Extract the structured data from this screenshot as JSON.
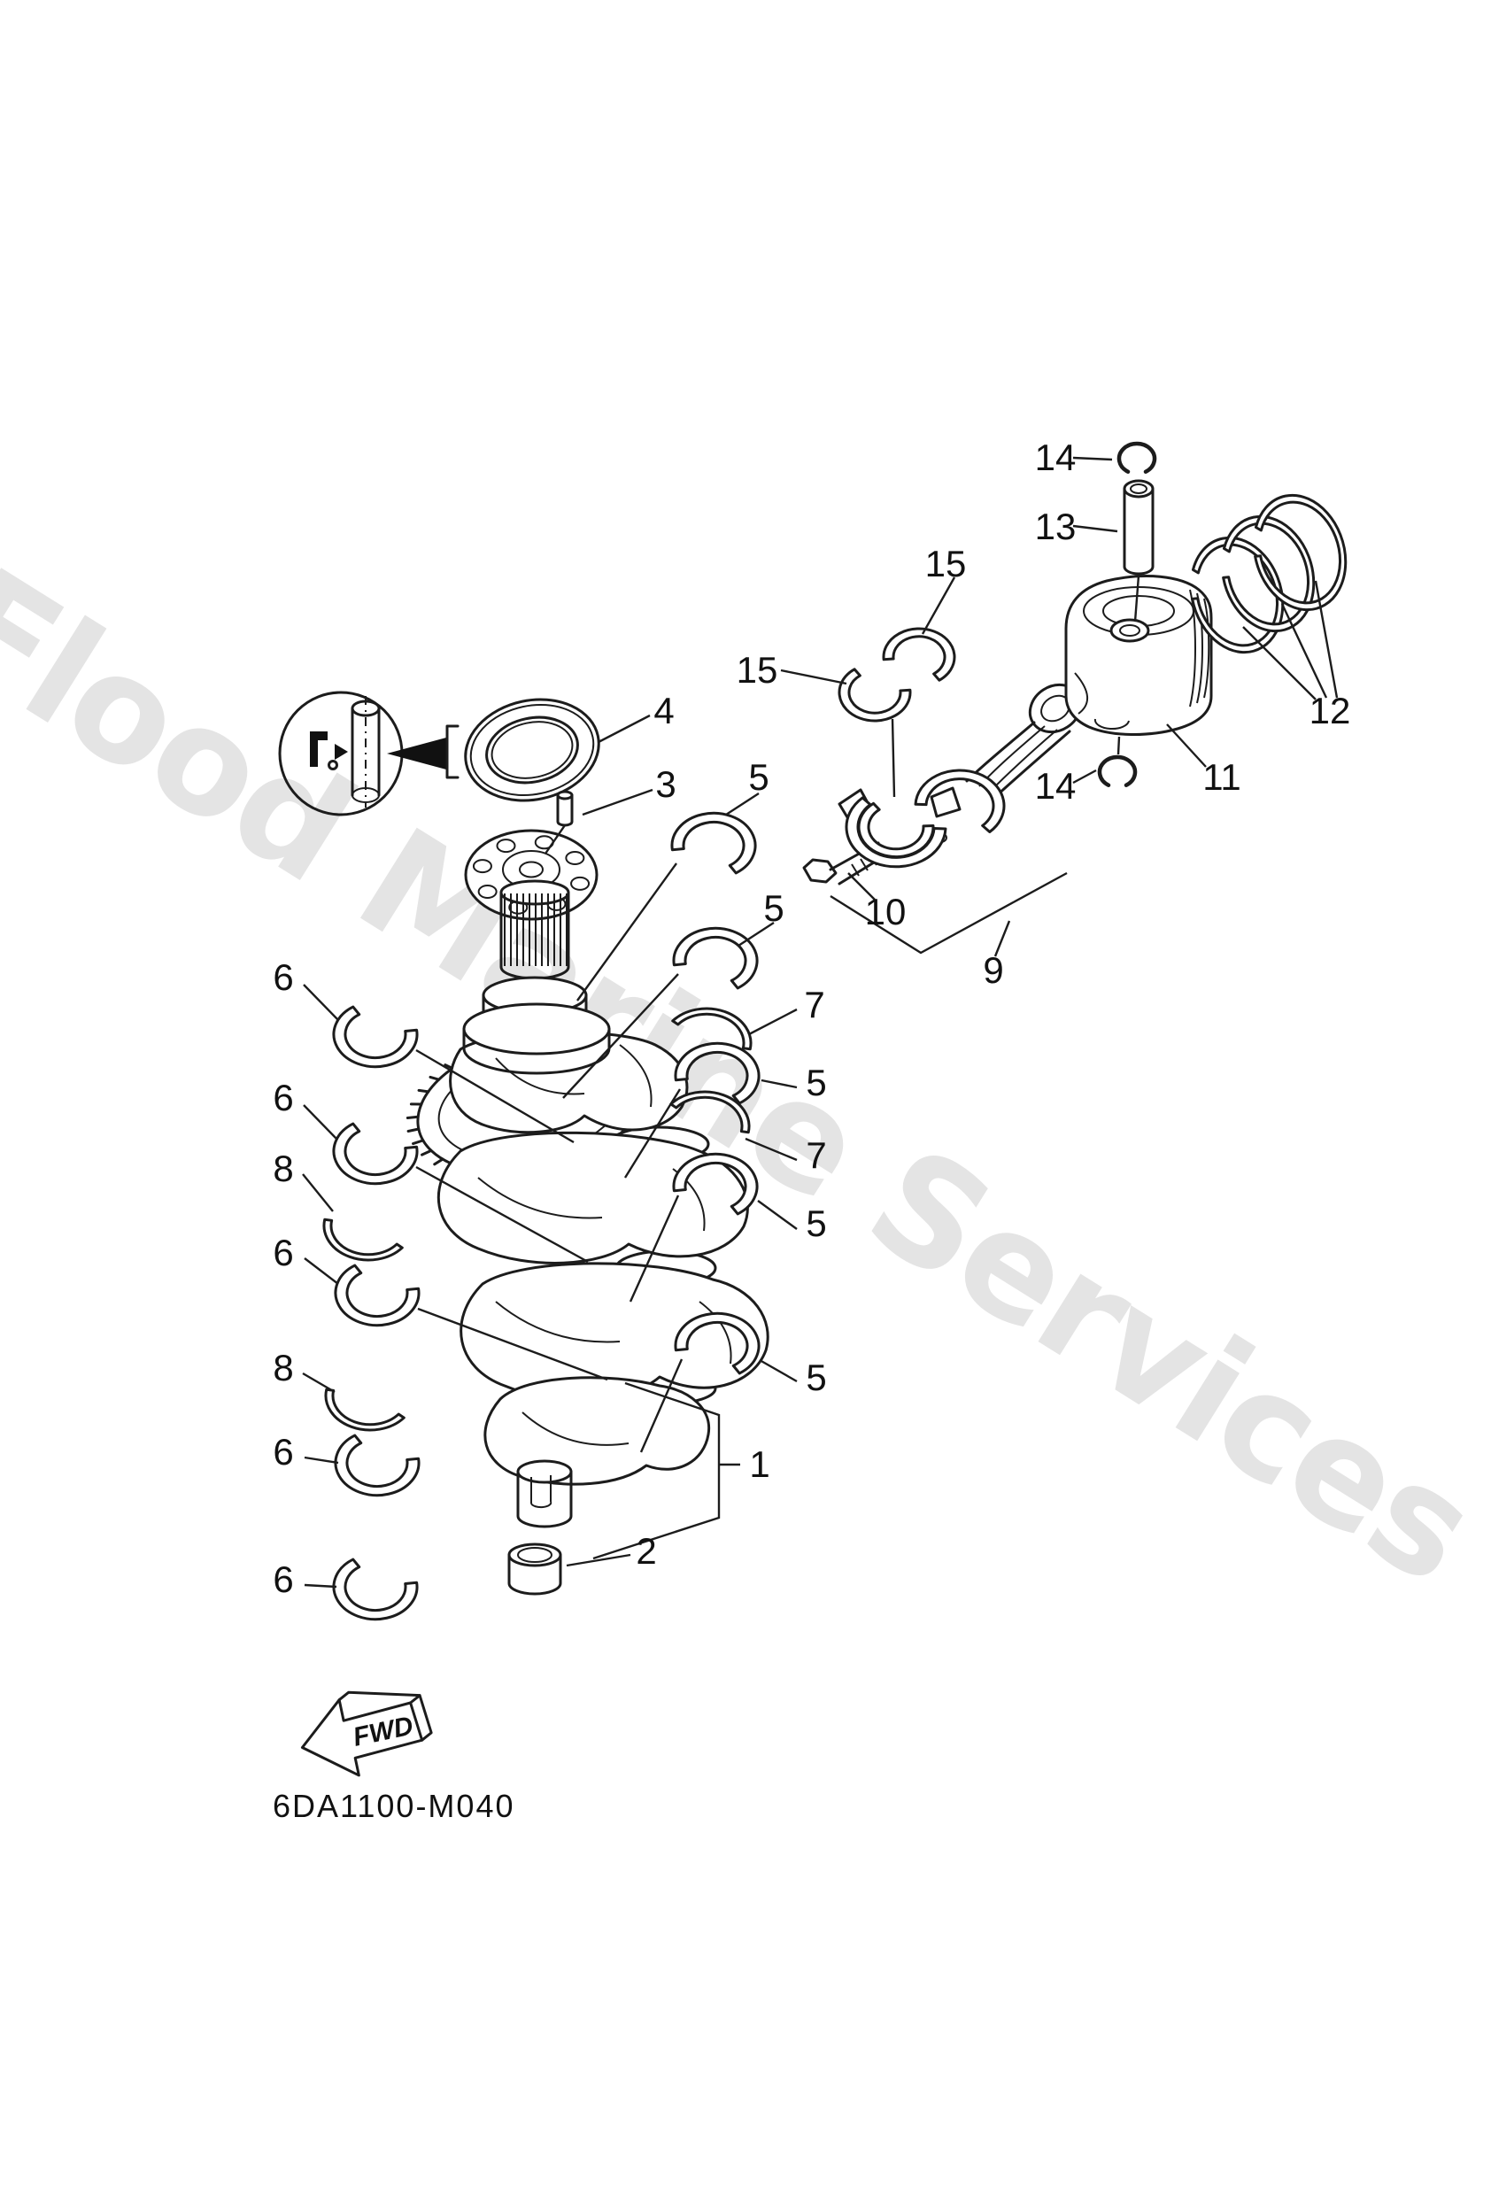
{
  "page": {
    "background_color": "#ffffff",
    "line_color": "#1c1c1c"
  },
  "watermark": {
    "text": "Flood Marine Services",
    "color": "#e4e4e4"
  },
  "diagram": {
    "code": "6DA1100-M040",
    "fwd_label": "FWD",
    "callouts": {
      "n1": "1",
      "n2": "2",
      "n3": "3",
      "n4": "4",
      "n5": "5",
      "n6": "6",
      "n7": "7",
      "n8": "8",
      "n9": "9",
      "n10": "10",
      "n11": "11",
      "n12": "12",
      "n13": "13",
      "n14": "14",
      "n15": "15"
    }
  }
}
